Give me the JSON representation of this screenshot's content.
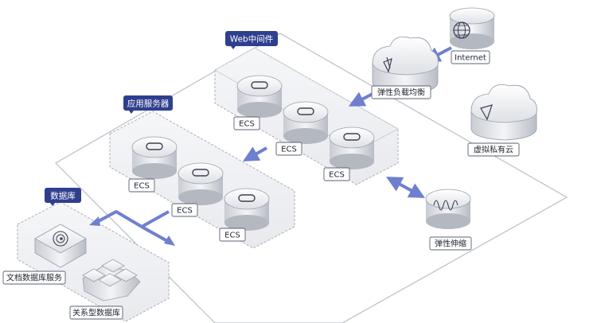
{
  "nodes": {
    "internet": "Internet",
    "slb": "弹性负载均衡",
    "vpc": "虚拟私有云",
    "autoscaling": "弹性伸缩",
    "ecs": "ECS",
    "docdb": "文档数据库服务",
    "rds": "关系型数据库"
  },
  "groups": {
    "web": "Web中间件",
    "app": "应用服务器",
    "db": "数据库"
  },
  "colors": {
    "tag_bg": "#2f3f8f",
    "arrow": "#6f7fd0",
    "outline": "#9aa0ac",
    "zone_fill": "#eef0f4"
  }
}
